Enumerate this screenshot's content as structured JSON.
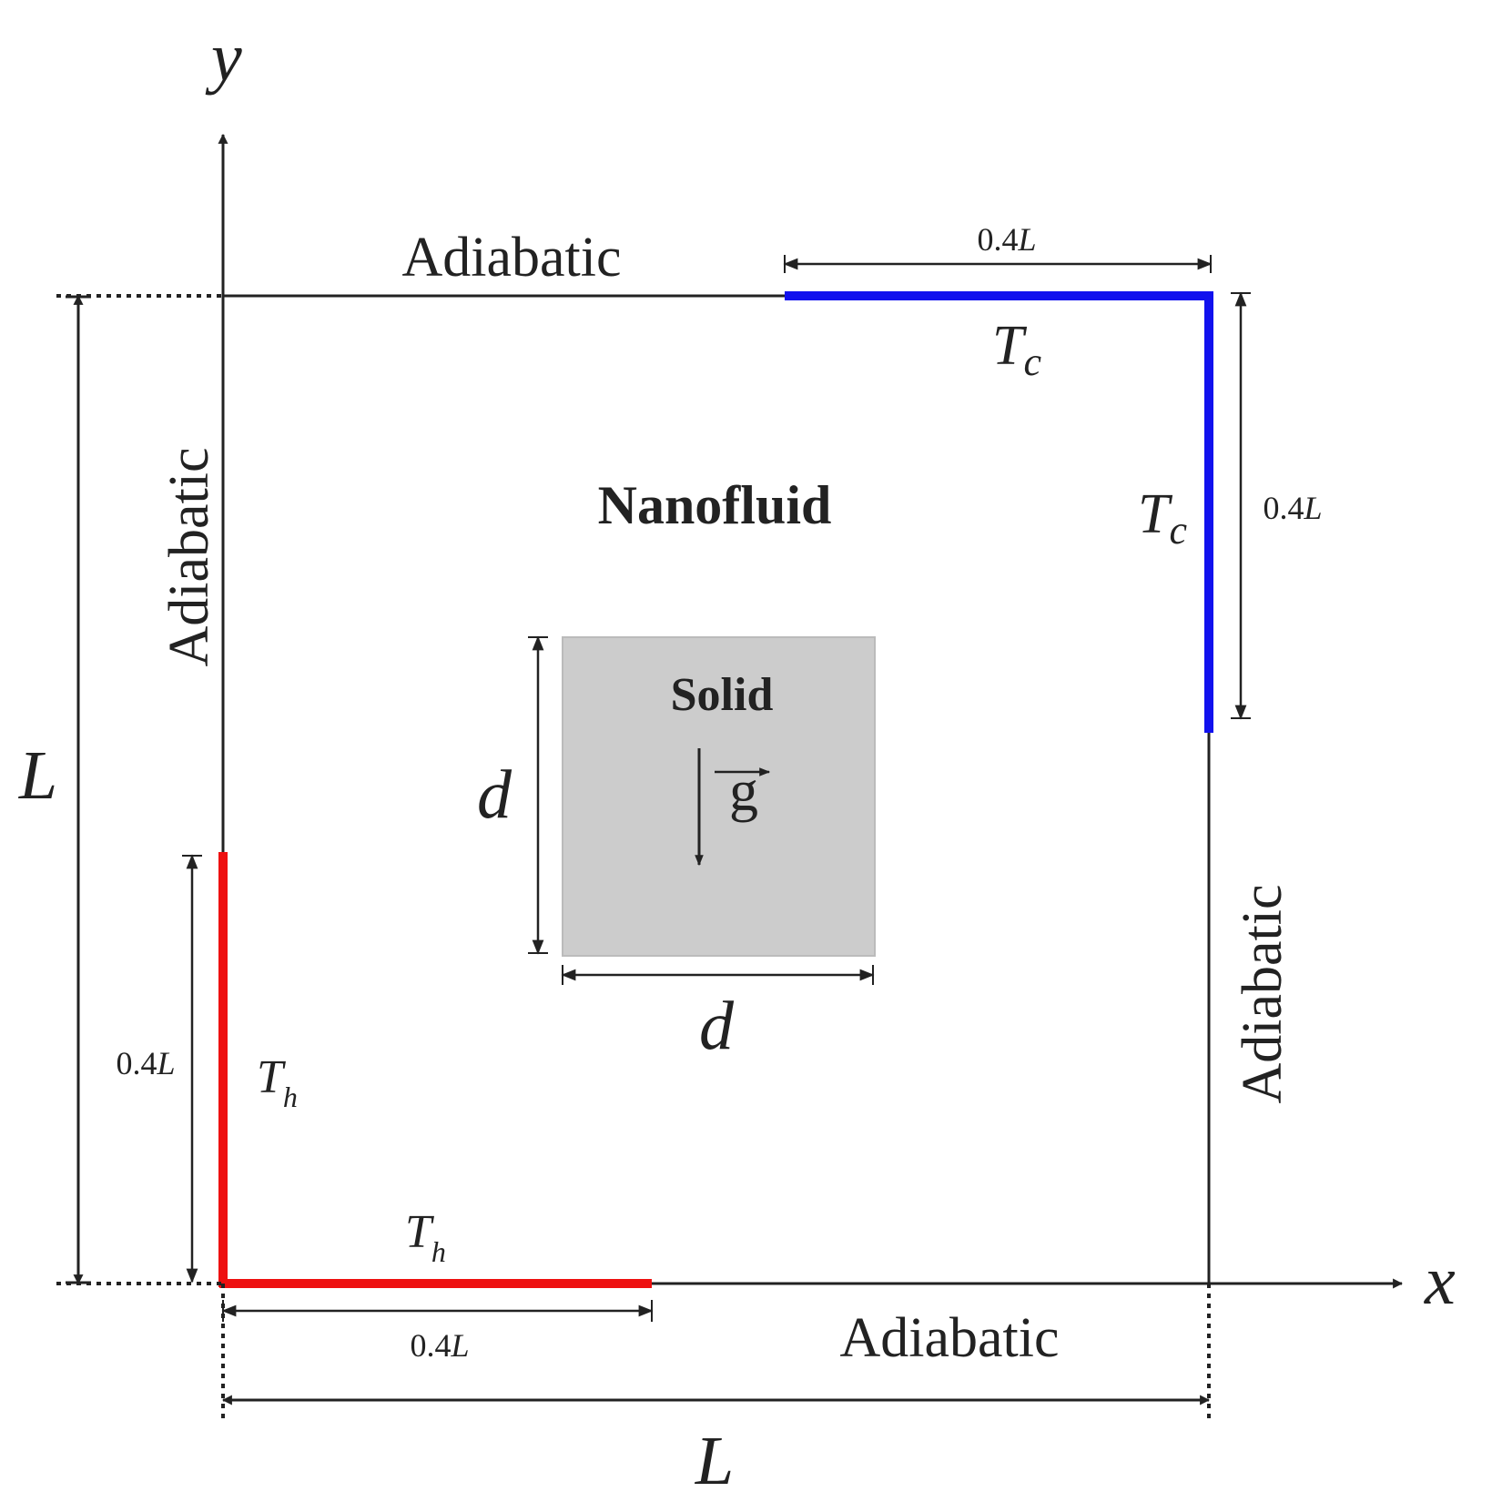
{
  "axes": {
    "x_label": "x",
    "y_label": "y"
  },
  "boundaries": {
    "top": "Adiabatic",
    "left": "Adiabatic",
    "right": "Adiabatic",
    "bottom": "Adiabatic"
  },
  "regions": {
    "fluid": "Nanofluid",
    "solid": "Solid"
  },
  "temperatures": {
    "cold_top": {
      "main": "T",
      "sub": "c"
    },
    "cold_right": {
      "main": "T",
      "sub": "c"
    },
    "hot_left": {
      "main": "T",
      "sub": "h"
    },
    "hot_bottom": {
      "main": "T",
      "sub": "h"
    }
  },
  "dimensions": {
    "cavity_height": "L",
    "cavity_width": "L",
    "solid_height": "d",
    "solid_width": "d",
    "cold_top_len": {
      "num": "0.4",
      "var": "L"
    },
    "cold_right_len": {
      "num": "0.4",
      "var": "L"
    },
    "hot_left_len": {
      "num": "0.4",
      "var": "L"
    },
    "hot_bottom_len": {
      "num": "0.4",
      "var": "L"
    }
  },
  "gravity_symbol": "g",
  "colors": {
    "hot": "#ee1111",
    "cold": "#1111ee",
    "solid_fill": "#cccccc",
    "line": "#222222"
  }
}
